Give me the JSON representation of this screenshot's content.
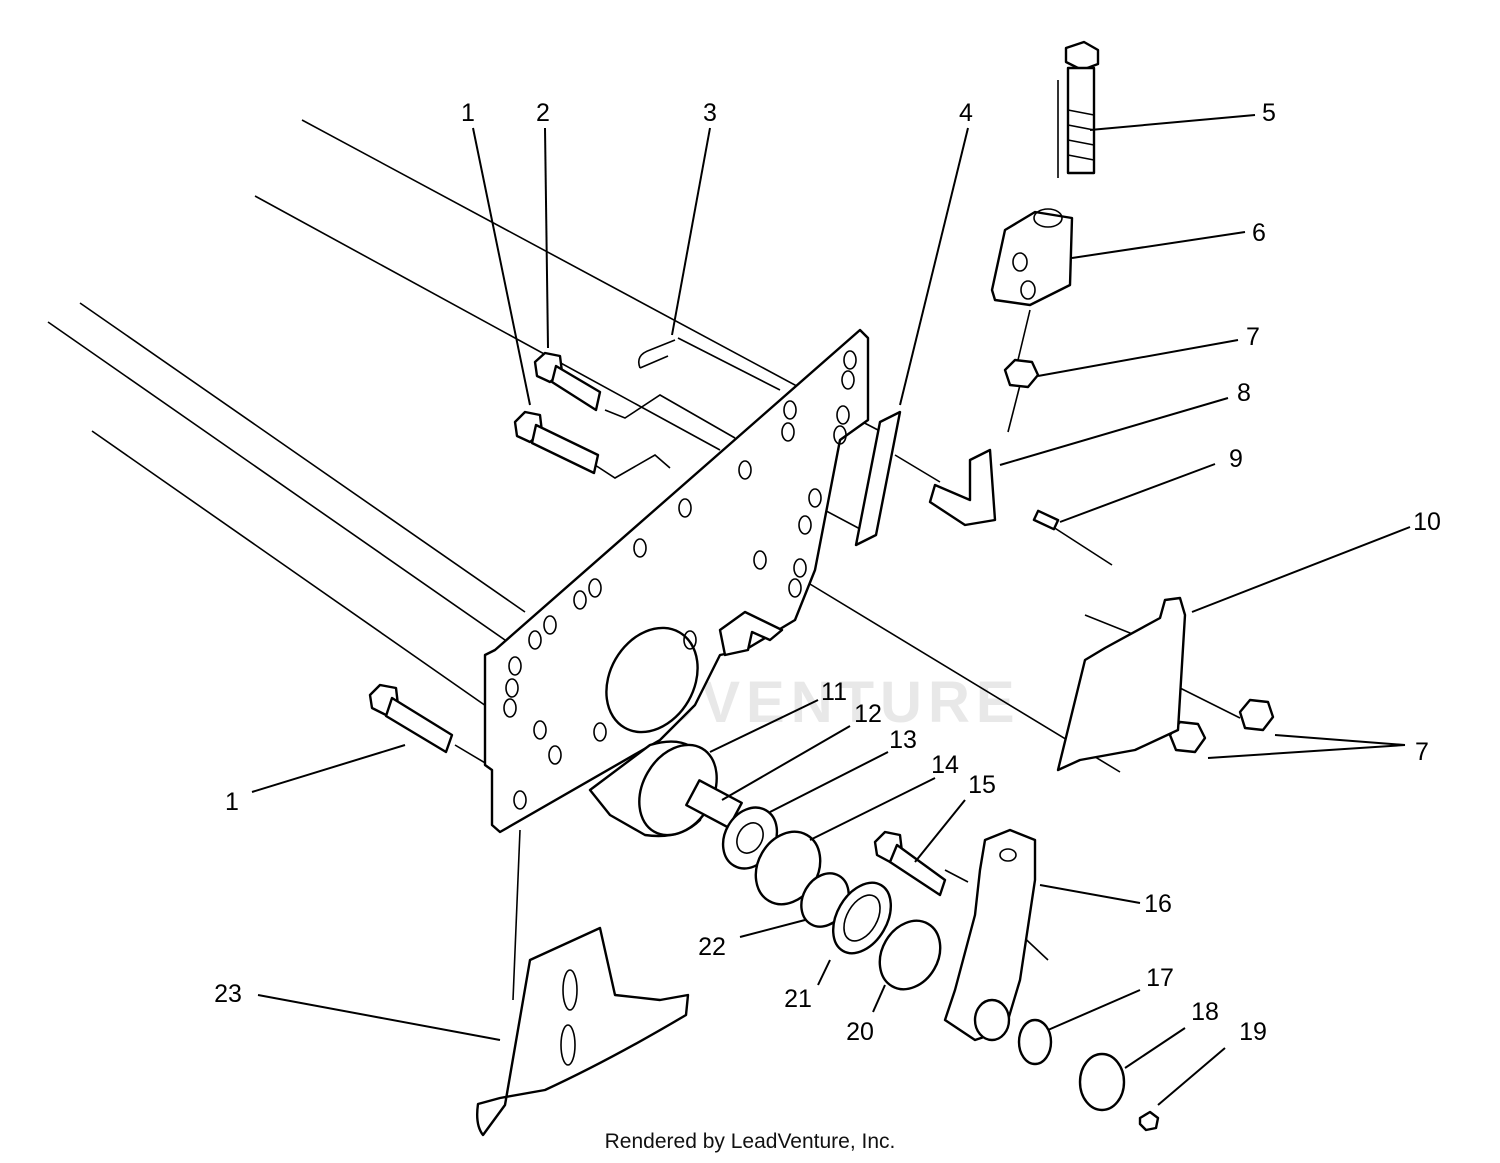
{
  "callouts": [
    {
      "id": "c1a",
      "label": "1"
    },
    {
      "id": "c2",
      "label": "2"
    },
    {
      "id": "c3",
      "label": "3"
    },
    {
      "id": "c4",
      "label": "4"
    },
    {
      "id": "c5",
      "label": "5"
    },
    {
      "id": "c6",
      "label": "6"
    },
    {
      "id": "c7a",
      "label": "7"
    },
    {
      "id": "c8",
      "label": "8"
    },
    {
      "id": "c9",
      "label": "9"
    },
    {
      "id": "c10",
      "label": "10"
    },
    {
      "id": "c7b",
      "label": "7"
    },
    {
      "id": "c11",
      "label": "11"
    },
    {
      "id": "c12",
      "label": "12"
    },
    {
      "id": "c13",
      "label": "13"
    },
    {
      "id": "c14",
      "label": "14"
    },
    {
      "id": "c15",
      "label": "15"
    },
    {
      "id": "c16",
      "label": "16"
    },
    {
      "id": "c1b",
      "label": "1"
    },
    {
      "id": "c17",
      "label": "17"
    },
    {
      "id": "c18",
      "label": "18"
    },
    {
      "id": "c19",
      "label": "19"
    },
    {
      "id": "c20",
      "label": "20"
    },
    {
      "id": "c21",
      "label": "21"
    },
    {
      "id": "c22",
      "label": "22"
    },
    {
      "id": "c23",
      "label": "23"
    }
  ],
  "watermark": "LEADVENTURE",
  "footer": "Rendered by LeadVenture, Inc."
}
